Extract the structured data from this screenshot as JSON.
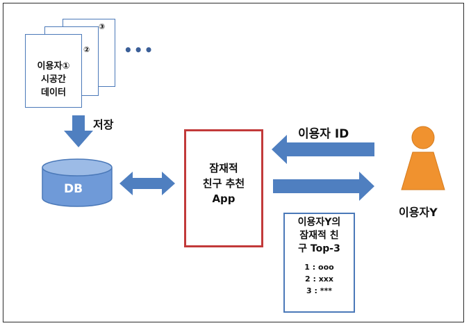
{
  "documents": {
    "front_label": "이용자①\n시공간\n데이터",
    "mid_mark": "②",
    "back_mark": "③",
    "ellipsis": "•••"
  },
  "store_label": "저장",
  "db_label": "DB",
  "app_label": "잠재적\n친구 추천\nApp",
  "input_label": "이용자 ID",
  "user_label": "이용자Y",
  "result": {
    "title": "이용자Y의\n잠재적 친\n구 Top-3",
    "items": [
      "1 : ooo",
      "2 : xxx",
      "3 : ***"
    ]
  },
  "colors": {
    "arrow": "#4f7fc0",
    "db": "#6f9ad8",
    "person": "#f0922f",
    "app_border": "#c23a3a"
  }
}
